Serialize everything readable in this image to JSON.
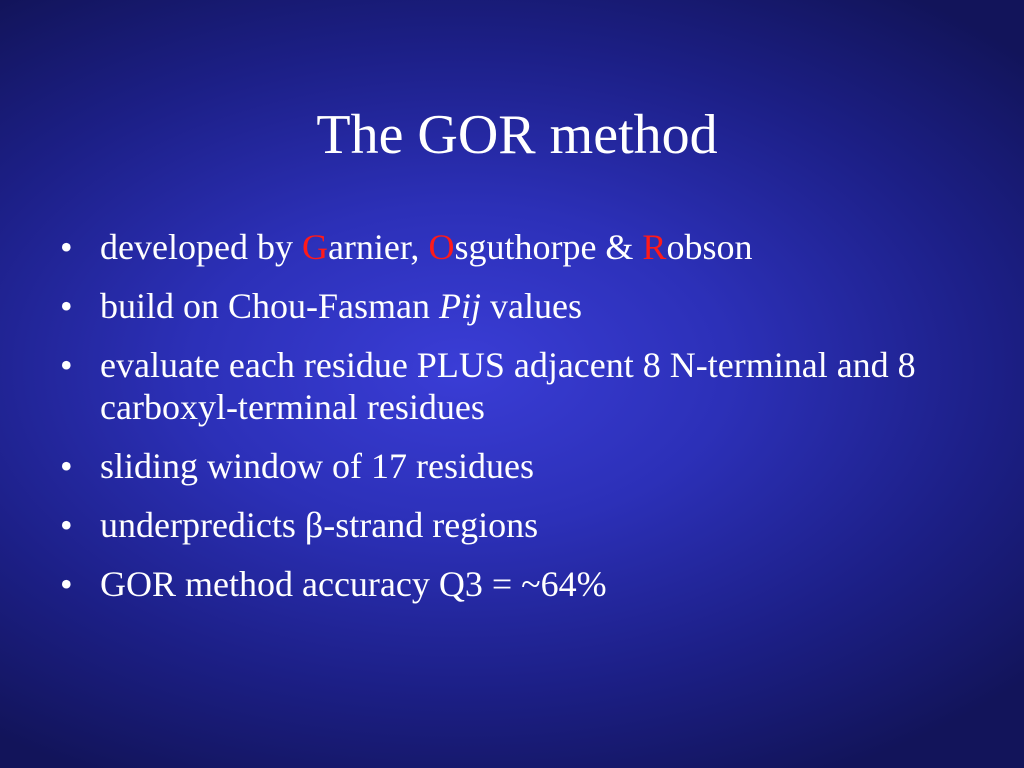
{
  "slide": {
    "title": "The GOR method",
    "bullet_char": "•",
    "colors": {
      "background": "#2c30b8",
      "text": "#ffffff",
      "highlight": "#ff1a1a"
    },
    "bullets": [
      {
        "parts": [
          {
            "text": "developed by ",
            "style": "normal"
          },
          {
            "text": "G",
            "style": "red"
          },
          {
            "text": "arnier, ",
            "style": "normal"
          },
          {
            "text": "O",
            "style": "red"
          },
          {
            "text": "sguthorpe & ",
            "style": "normal"
          },
          {
            "text": "R",
            "style": "red"
          },
          {
            "text": "obson",
            "style": "normal"
          }
        ]
      },
      {
        "parts": [
          {
            "text": "build on Chou-Fasman ",
            "style": "normal"
          },
          {
            "text": "Pij",
            "style": "italic"
          },
          {
            "text": " values",
            "style": "normal"
          }
        ]
      },
      {
        "parts": [
          {
            "text": "evaluate each residue PLUS adjacent 8 N-terminal and 8 carboxyl-terminal residues",
            "style": "normal"
          }
        ]
      },
      {
        "parts": [
          {
            "text": "sliding window of 17 residues",
            "style": "normal"
          }
        ]
      },
      {
        "parts": [
          {
            "text": "underpredicts β-strand regions",
            "style": "normal"
          }
        ]
      },
      {
        "parts": [
          {
            "text": "GOR method accuracy Q3 = ~64%",
            "style": "normal"
          }
        ]
      }
    ]
  }
}
